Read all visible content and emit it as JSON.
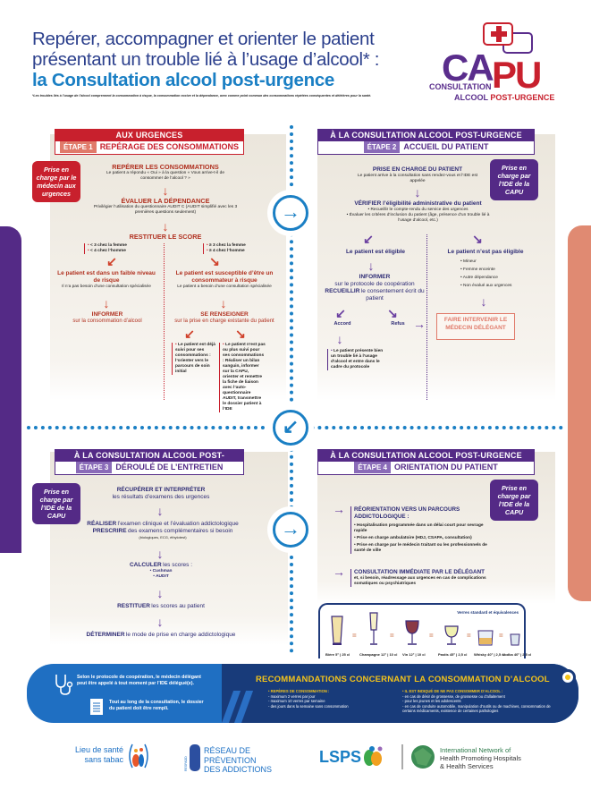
{
  "header": {
    "title_line1": "Repérer, accompagner et orienter le patient",
    "title_line2": "présentant un trouble lié à l’usage d’alcool* :",
    "title_line3": "la Consultation alcool post-urgence",
    "footnote": "*Les troubles liés à l’usage de l’alcool comprennent la consommation à risque, la consommation nocive et la dépendance, avec comme point commun des consommations répétées conséquentes et délétères pour la santé."
  },
  "logo": {
    "ca": "CA",
    "pu": "PU",
    "line1": "CONSULTATION",
    "line2a": "ALCOOL ",
    "line2b": "POST-URGENCE"
  },
  "step1": {
    "header_top": "AUX URGENCES",
    "step_label": "ÉTAPE 1",
    "step_title": "REPÉRAGE DES CONSOMMATIONS",
    "callout": "Prise en charge par le médecin aux urgences",
    "b1_title": "REPÉRER LES CONSOMMATIONS",
    "b1_text": "Le patient a répondu « Oui » à la question « Vous arrive-t-il de consommer de l’alcool ? »",
    "b2_title": "ÉVALUER LA DÉPENDANCE",
    "b2_text": "Privilégier l’utilisation du questionnaire AUDIT C (AUDIT simplifié avec les 3 premières questions seulement)",
    "b3_title": "RESTITUER LE SCORE",
    "left_score": [
      "< 3 chez la femme",
      "< 4 chez l’homme"
    ],
    "right_score": [
      "≥ 3 chez la femme",
      "≥ 4 chez l’homme"
    ],
    "left_result_title": "Le patient est dans un faible niveau de risque",
    "left_result_text": "Il n’a pas besoin d’une consultation spécialisée",
    "left_action_title": "INFORMER",
    "left_action_text": "sur la consommation d’alcool",
    "right_result_title": "Le patient est susceptible d’être un consommateur à risque",
    "right_result_text": "Le patient a besoin d’une consultation spécialisée",
    "right_action_title": "SE RENSEIGNER",
    "right_action_text": "sur la prise en charge existante du patient",
    "case_a": "Le patient est déjà suivi pour ses consommations : l’orienter vers le parcours de soin initial",
    "case_b": "Le patient n’est pas ou plus suivi pour ses consommations : Réaliser un bilan sanguin, informer sur la CAPU, orienter et remettre la fiche de liaison avec l’auto-questionnaire AUDIT, transmettre le dossier patient à l’IDE"
  },
  "step2": {
    "header_top": "À LA CONSULTATION ALCOOL POST-URGENCE",
    "step_label": "ÉTAPE 2",
    "step_title": "ACCUEIL DU PATIENT",
    "callout": "Prise en charge par l’IDE de la CAPU",
    "b1_title": "PRISE EN CHARGE DU PATIENT",
    "b1_text": "Le patient arrive à la consultation sans rendez-vous et l’IDE est appelée",
    "b2_title": "VÉRIFIER l’éligibilité administrative du patient",
    "b2_items": [
      "Recueillir le compte-rendu du service des urgences",
      "Évaluer les critères d’inclusion du patient (âge, présence d’un trouble lié à l’usage d’alcool, etc.)"
    ],
    "eligible": "Le patient est éligible",
    "inform_title": "INFORMER",
    "inform_text": "sur le protocole de coopération",
    "collect_title": "RECUEILLIR",
    "collect_text": "le consentement écrit du patient",
    "accord": "Accord",
    "refus": "Refus",
    "accord_text": "Le patient présente bien un trouble lié à l’usage d’alcool et entre dans le cadre du protocole",
    "not_eligible": "Le patient n’est pas éligible",
    "not_eligible_items": [
      "Mineur",
      "Femme enceinte",
      "Autre dépendance",
      "Non évalué aux urgences"
    ],
    "doctor_box": "FAIRE INTERVENIR LE MÉDECIN DÉLÉGANT"
  },
  "step3": {
    "header_top": "À LA CONSULTATION ALCOOL POST-URGENCE",
    "step_label": "ÉTAPE 3",
    "step_title": "DÉROULÉ DE L’ENTRETIEN",
    "callout": "Prise en charge par l’IDE de la CAPU",
    "b1_title": "RÉCUPÉRER ET INTERPRÉTER",
    "b1_text": "les résultats d’examens des urgences",
    "b2_title_a": "RÉALISER",
    "b2_text_a": "l’examen clinique et l’évaluation addictologique",
    "b2_title_b": "PRESCRIRE",
    "b2_text_b": "des examens complémentaires si besoin",
    "b2_small": "(biologiques, ECG, éthylotest)",
    "b3_title": "CALCULER",
    "b3_text": "les scores :",
    "b3_items": [
      "Cushman",
      "AUDIT"
    ],
    "b4_title": "RESTITUER",
    "b4_text": "les scores au patient",
    "b5_title": "DÉTERMINER",
    "b5_text": "le mode de prise en charge addictologique"
  },
  "step4": {
    "header_top": "À LA CONSULTATION ALCOOL POST-URGENCE",
    "step_label": "ÉTAPE 4",
    "step_title": "ORIENTATION DU PATIENT",
    "callout": "Prise en charge par l’IDE de la CAPU",
    "o1_title": "RÉORIENTATION VERS UN PARCOURS ADDICTOLOGIQUE :",
    "o1_items": [
      "Hospitalisation programmée dans un délai court pour sevrage rapide",
      "Prise en charge ambulatoire (HDJ, CSAPA, consultation)",
      "Prise en charge par le médecin traitant ou les professionnels de santé de ville"
    ],
    "o2_title": "CONSULTATION IMMÉDIATE PAR LE DÉLÉGANT",
    "o2_text": "et, si besoin, réadressage aux urgences en cas de complications somatiques ou psychiatriques"
  },
  "glasses": {
    "title": "Verres standard et équivalences",
    "items": [
      {
        "name": "Bière",
        "degree": "5°",
        "volume": "25 cl"
      },
      {
        "name": "Champagne",
        "degree": "12°",
        "volume": "10 cl"
      },
      {
        "name": "Vin",
        "degree": "12°",
        "volume": "10 cl"
      },
      {
        "name": "Pastis",
        "degree": "45°",
        "volume": "2,5 cl"
      },
      {
        "name": "Whisky",
        "degree": "40°",
        "volume": "2,5 cl"
      },
      {
        "name": "Vodka",
        "degree": "40°",
        "volume": "2,5 cl"
      }
    ]
  },
  "banner": {
    "left1": "Selon le protocole de coopération, le médecin délégant peut être appelé à tout moment par l’IDE délégué(e).",
    "left2": "Tout au long de la consultation, le dossier du patient doit être rempli.",
    "title": "RECOMMANDATIONS CONCERNANT LA CONSOMMATION D’ALCOOL",
    "col1_title": "REPÈRES DE CONSOMMATION :",
    "col1_items": [
      "maximum 2 verres par jour",
      "maximum 10 verres par semaine",
      "des jours dans la semaine sans consommation"
    ],
    "col2_title": "IL EST INDIQUÉ DE NE PAS CONSOMMER D’ALCOOL :",
    "col2_items": [
      "en cas de désir de grossesse, de grossesse ou d’allaitement",
      "pour les jeunes et les adolescents",
      "en cas de conduite automobile, manipulation d’outils ou de machines, consommation de certains médicaments, existence de certaines pathologies"
    ]
  },
  "footer": {
    "logo1_line1": "Lieu de santé",
    "logo1_line2": "sans tabac",
    "logo2_side": "RESPADD",
    "logo2_line1": "RÉSEAU DE",
    "logo2_line2": "PRÉVENTION",
    "logo2_line3": "DES ADDICTIONS",
    "logo3": "LSPS",
    "logo4_line1": "International Network of",
    "logo4_line2": "Health Promoting Hospitals",
    "logo4_line3": "& Health Services"
  },
  "colors": {
    "red": "#c8202d",
    "purple": "#542a86",
    "blue": "#1a7fc4",
    "navy": "#183b7a",
    "salmon": "#e08a72",
    "yellow": "#f3c31a"
  }
}
